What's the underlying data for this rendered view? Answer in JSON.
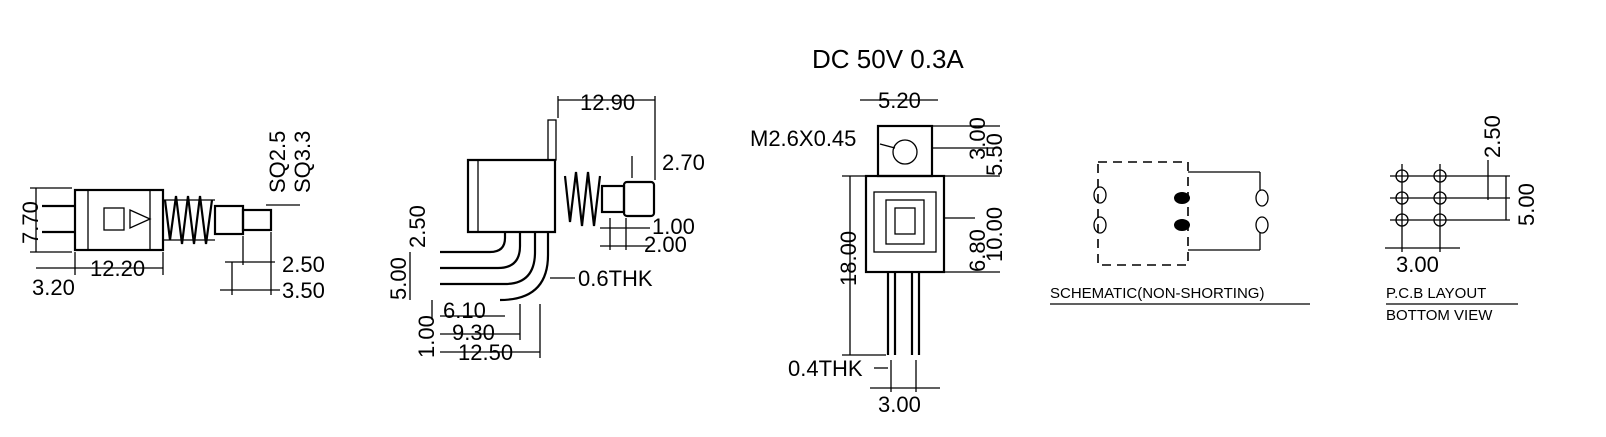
{
  "title": "DC  50V  0.3A",
  "side_view": {
    "dims": {
      "h": "7.70",
      "len": "12.20",
      "off": "3.20",
      "sq1": "SQ2.5",
      "sq2": "SQ3.3",
      "d1": "2.50",
      "d2": "3.50"
    }
  },
  "angled_view": {
    "dims": {
      "top": "12.90",
      "h": "2.70",
      "a": "1.00",
      "b": "2.00",
      "thk": "0.6THK",
      "v1": "2.50",
      "v2": "5.00",
      "v3": "1.00",
      "h1": "6.10",
      "h2": "9.30",
      "h3": "12.50"
    }
  },
  "front_view": {
    "dims": {
      "w": "5.20",
      "thread": "M2.6X0.45",
      "a": "3.00",
      "b": "5.50",
      "c": "6.80",
      "d": "10.00",
      "h": "18.00",
      "thk": "0.4THK",
      "p": "3.00"
    }
  },
  "schematic": {
    "caption": "SCHEMATIC(NON-SHORTING)"
  },
  "pcb": {
    "caption1": "P.C.B LAYOUT",
    "caption2": "BOTTOM VIEW",
    "dims": {
      "v": "2.50",
      "h": "5.00",
      "p": "3.00"
    }
  }
}
